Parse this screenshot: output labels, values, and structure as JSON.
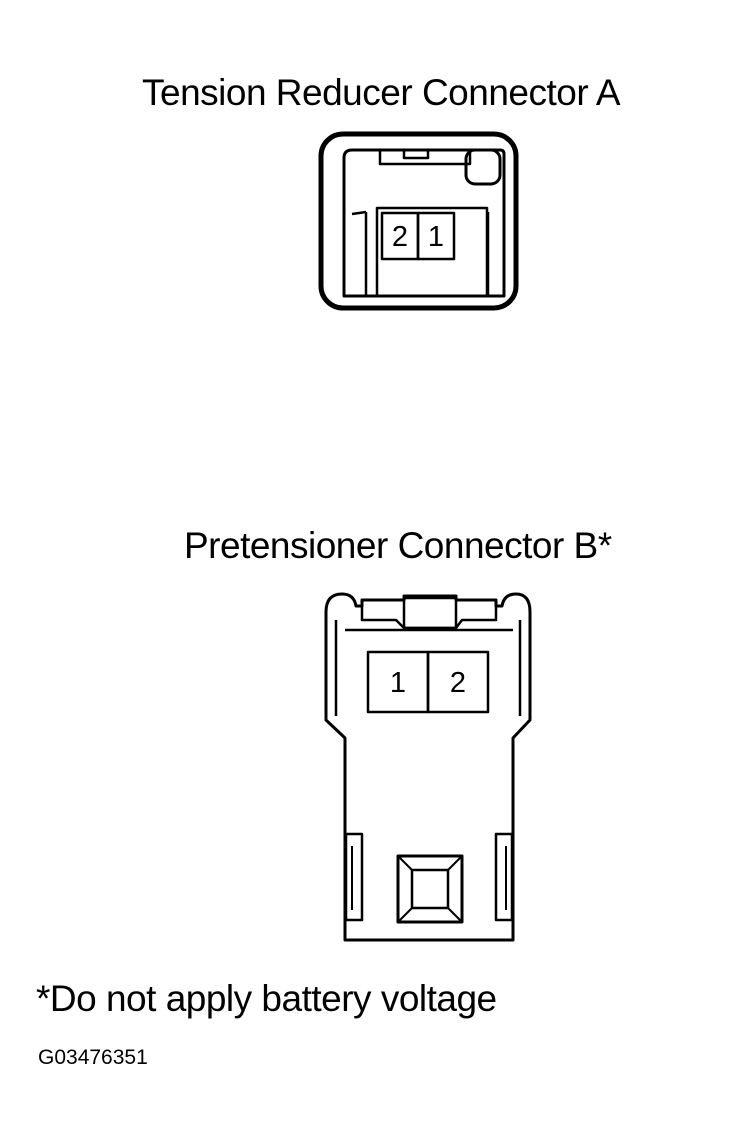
{
  "connector_a": {
    "title": "Tension Reducer Connector A",
    "pins": [
      "2",
      "1"
    ]
  },
  "connector_b": {
    "title": "Pretensioner Connector B*",
    "pins": [
      "1",
      "2"
    ]
  },
  "note": "*Do not apply battery voltage",
  "figure_id": "G03476351",
  "colors": {
    "ink": "#000000",
    "background": "#ffffff"
  }
}
